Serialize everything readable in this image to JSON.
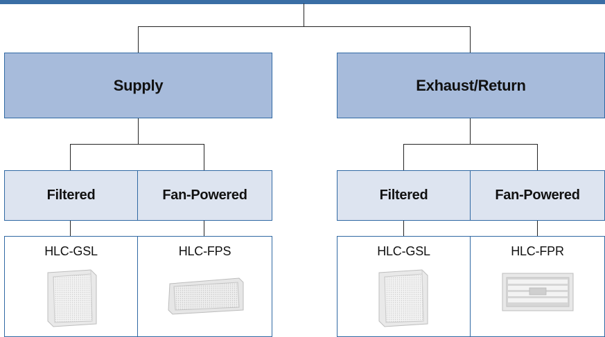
{
  "categories": [
    {
      "label": "Supply",
      "types": [
        {
          "label": "Filtered",
          "product": "HLC-GSL",
          "image_icon": "square-grille-image"
        },
        {
          "label": "Fan-Powered",
          "product": "HLC-FPS",
          "image_icon": "rectangular-perforated-grille-image"
        }
      ]
    },
    {
      "label": "Exhaust/Return",
      "types": [
        {
          "label": "Filtered",
          "product": "HLC-GSL",
          "image_icon": "square-grille-image"
        },
        {
          "label": "Fan-Powered",
          "product": "HLC-FPR",
          "image_icon": "rectangular-louvered-grille-image"
        }
      ]
    }
  ],
  "colors": {
    "accent": "#3a6ea5",
    "category_fill": "#a7bbdb",
    "type_fill": "#dde4f0"
  }
}
